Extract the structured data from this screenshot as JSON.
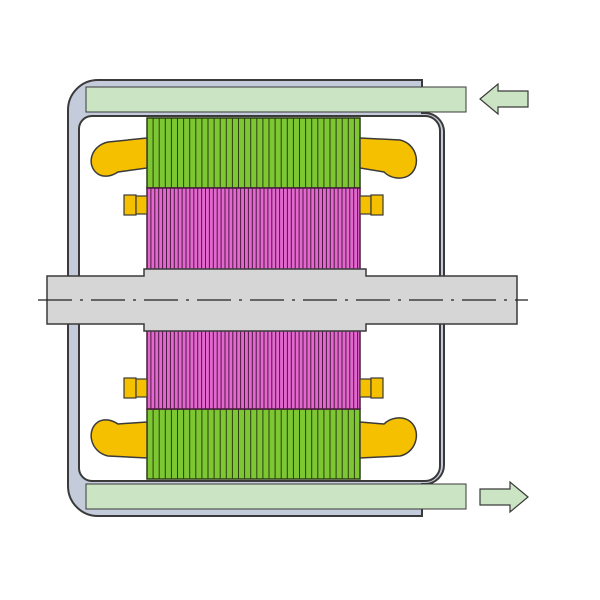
{
  "diagram": {
    "kind": "electric-motor-cross-section",
    "labels": [],
    "colors": {
      "background": "#ffffff",
      "housing_fill": "#c4cbdb",
      "housing_outline": "#3a3a3a",
      "coolant_channel": "#cbe4c3",
      "stator_core": "#7dc832",
      "stator_lines": "#2c3d14",
      "rotor_core": "#e467cf",
      "rotor_lines": "#4a1a40",
      "end_winding": "#f5c000",
      "end_ring": "#f5c000",
      "shaft": "#d6d6d6",
      "centerline": "#222222",
      "arrow_fill": "#cbe4c3"
    },
    "flow": {
      "inlet_direction": "left",
      "outlet_direction": "right"
    },
    "icons": {
      "inlet": "arrow-left-icon",
      "outlet": "arrow-right-icon"
    }
  }
}
